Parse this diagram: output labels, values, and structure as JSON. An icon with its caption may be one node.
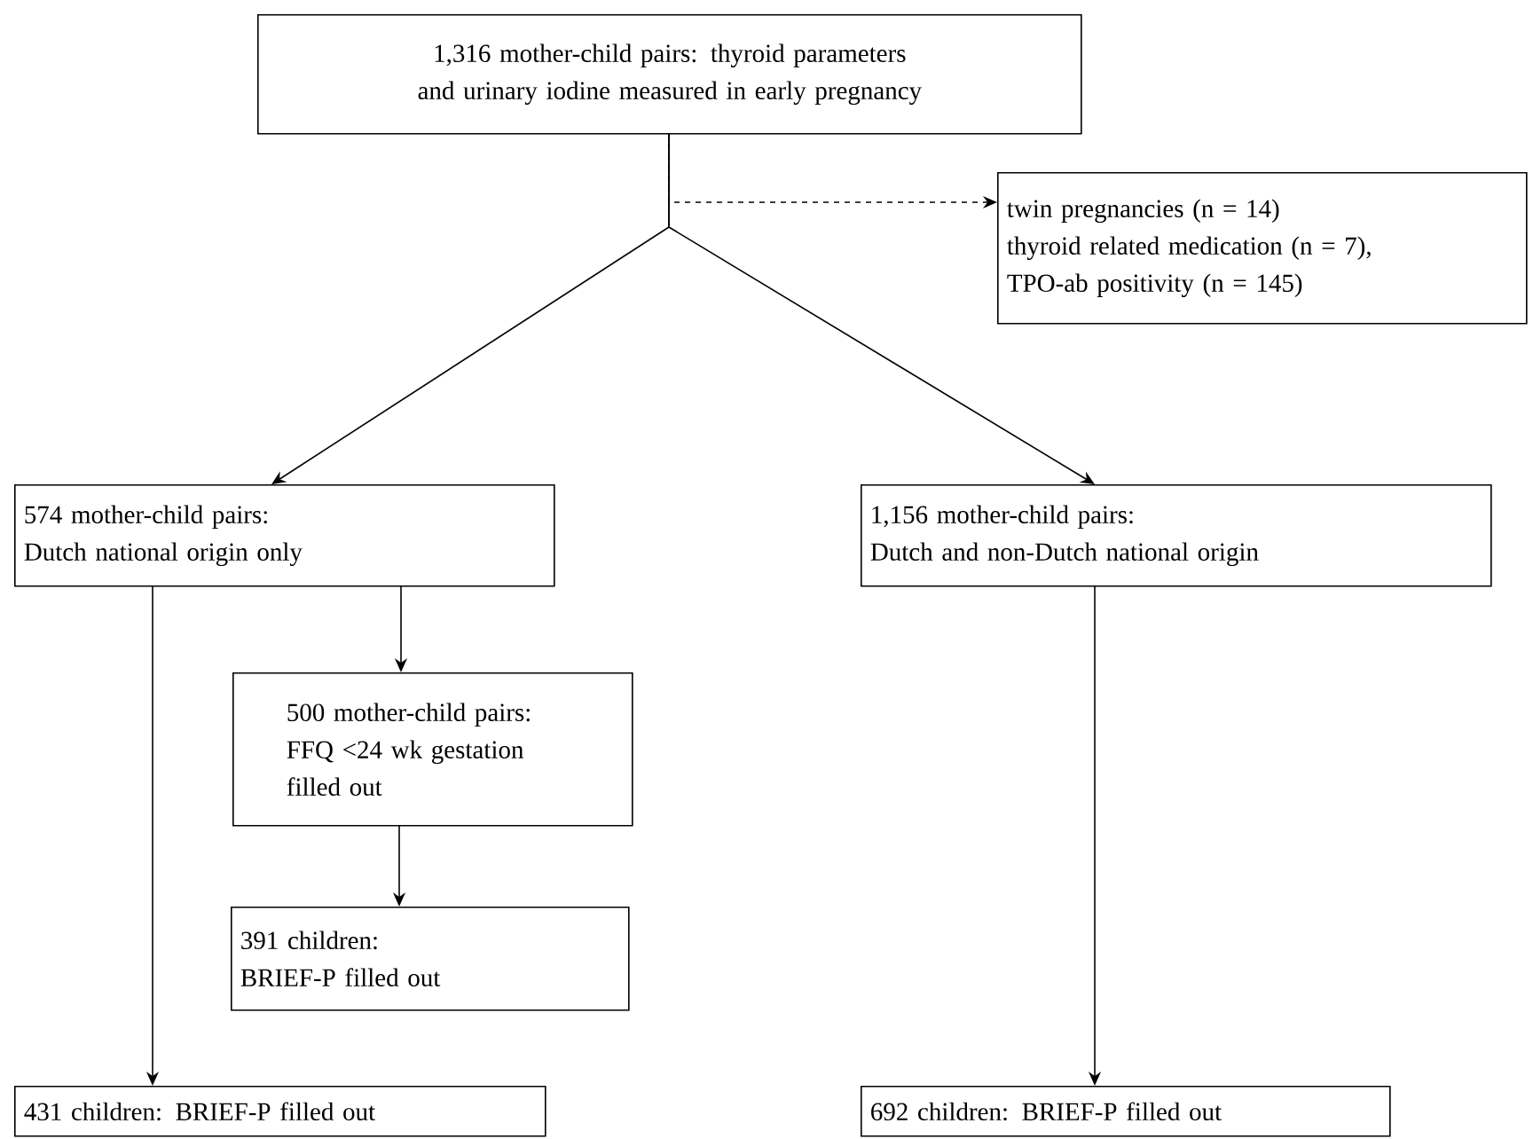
{
  "diagram": {
    "nodes": [
      {
        "text": [
          "1,316 mother-child pairs: thyroid parameters and urinary iodine measured in early pregnancy"
        ]
      },
      {
        "text": [
          "twin pregnancies (n = 14)",
          "thyroid related medication (n = 7),",
          "TPO-ab positivity (n = 145)"
        ]
      },
      {
        "text": [
          "574 mother-child pairs:",
          "Dutch national origin only"
        ]
      },
      {
        "text": [
          "1,156 mother-child pairs:",
          "Dutch and non-Dutch national origin"
        ]
      },
      {
        "text": [
          "500 mother-child pairs:",
          "FFQ <24 wk gestation filled out"
        ]
      },
      {
        "text": [
          "391 children:",
          "BRIEF-P filled out"
        ]
      },
      {
        "text": [
          "431 children: BRIEF-P filled out"
        ]
      },
      {
        "text": [
          "692 children: BRIEF-P filled out"
        ]
      }
    ],
    "edges": [
      {
        "from": 0,
        "to": 1,
        "arrow": "to",
        "style": "dashed"
      },
      {
        "from": 0,
        "to": 2,
        "arrow": "to"
      },
      {
        "from": 0,
        "to": 3,
        "arrow": "to"
      },
      {
        "from": 2,
        "to": 4,
        "arrow": "to"
      },
      {
        "from": 4,
        "to": 5,
        "arrow": "to"
      },
      {
        "from": 2,
        "to": 6,
        "arrow": "to"
      },
      {
        "from": 3,
        "to": 7,
        "arrow": "to"
      }
    ]
  }
}
